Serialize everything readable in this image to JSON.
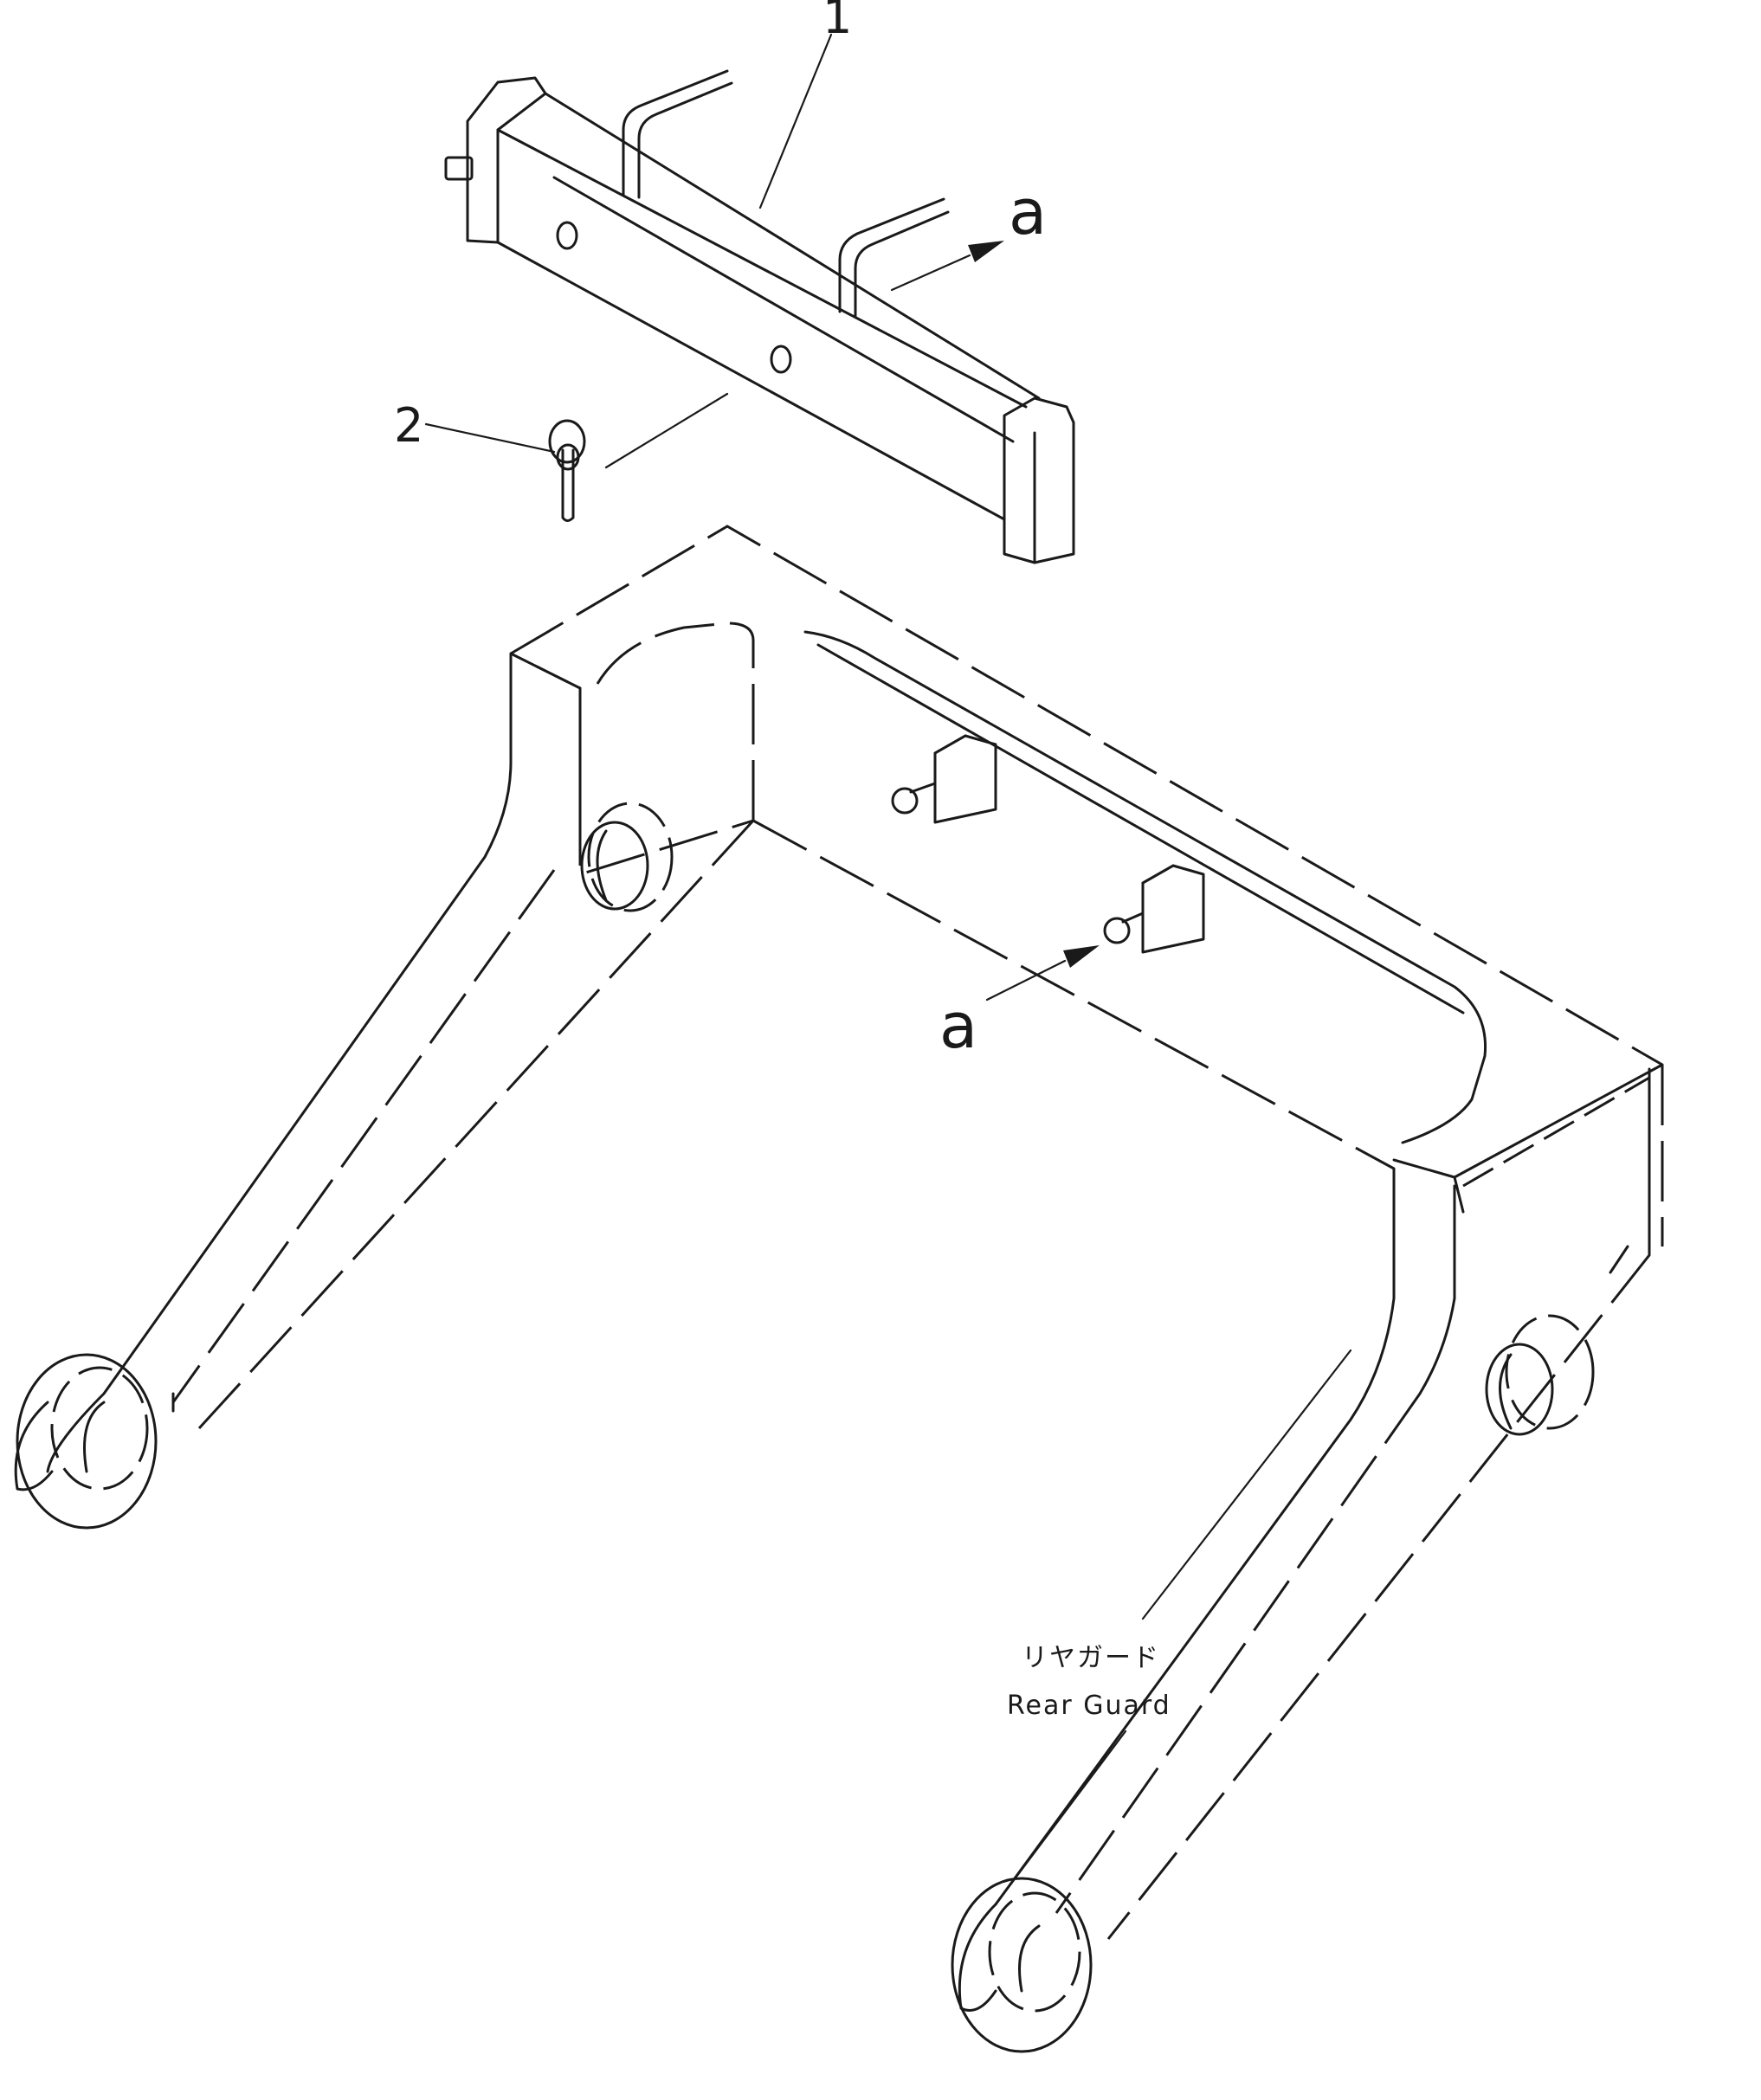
{
  "callouts": {
    "part1": "1",
    "part2": "2",
    "arrow_top": "a",
    "arrow_bottom": "a"
  },
  "labels": {
    "assembly_jp": "リヤガード",
    "assembly_en": "Rear Guard"
  }
}
